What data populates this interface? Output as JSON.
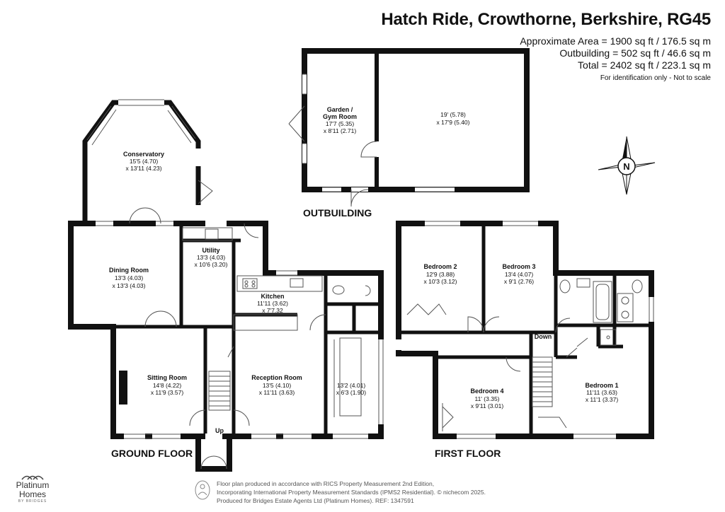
{
  "header": {
    "title": "Hatch Ride, Crowthorne, Berkshire, RG45",
    "area_lines": [
      "Approximate Area = 1900 sq ft / 176.5 sq m",
      "Outbuilding = 502 sq ft / 46.6 sq m",
      "Total = 2402 sq ft / 223.1 sq m"
    ],
    "note": "For identification only - Not to scale"
  },
  "floors": {
    "ground": "GROUND FLOOR",
    "first": "FIRST FLOOR",
    "outbuilding": "OUTBUILDING"
  },
  "rooms": {
    "garden_gym": {
      "name1": "Garden /",
      "name2": "Gym Room",
      "dim1": "17'7 (5.35)",
      "dim2": "x 8'11 (2.71)"
    },
    "outbuilding_room": {
      "dim1": "19' (5.78)",
      "dim2": "x 17'9 (5.40)"
    },
    "conservatory": {
      "name": "Conservatory",
      "dim1": "15'5 (4.70)",
      "dim2": "x 13'11 (4.23)"
    },
    "dining": {
      "name": "Dining Room",
      "dim1": "13'3 (4.03)",
      "dim2": "x 13'3 (4.03)"
    },
    "utility": {
      "name": "Utility",
      "dim1": "13'3 (4.03)",
      "dim2": "x 10'6 (3.20)"
    },
    "kitchen": {
      "name": "Kitchen",
      "dim1": "11'11 (3.62)",
      "dim2": "x 7'7.32"
    },
    "sitting": {
      "name": "Sitting Room",
      "dim1": "14'8 (4.22)",
      "dim2": "x 11'9 (3.57)"
    },
    "reception": {
      "name": "Reception Room",
      "dim1": "13'5 (4.10)",
      "dim2": "x 11'11 (3.63)"
    },
    "garage": {
      "dim1": "13'2 (4.01)",
      "dim2": "x 6'3 (1.90)"
    },
    "bedroom2": {
      "name": "Bedroom 2",
      "dim1": "12'9 (3.88)",
      "dim2": "x 10'3 (3.12)"
    },
    "bedroom3": {
      "name": "Bedroom 3",
      "dim1": "13'4 (4.07)",
      "dim2": "x 9'1 (2.76)"
    },
    "bedroom4": {
      "name": "Bedroom 4",
      "dim1": "11' (3.35)",
      "dim2": "x 9'11 (3.01)"
    },
    "bedroom1": {
      "name": "Bedroom 1",
      "dim1": "11'11 (3.63)",
      "dim2": "x 11'1 (3.37)"
    }
  },
  "stairs": {
    "up": "Up",
    "down": "Down"
  },
  "compass": {
    "label": "N"
  },
  "footer": {
    "lines": [
      "Floor plan produced in accordance with RICS Property Measurement 2nd Edition,",
      "Incorporating International Property Measurement Standards (IPMS2 Residential).   © nichecom 2025.",
      "Produced for Bridges Estate Agents Ltd (Platinum Homes).   REF: 1347591"
    ]
  },
  "logo": {
    "line1": "Platinum",
    "line2": "Homes",
    "line3": "BY BRIDGES"
  }
}
